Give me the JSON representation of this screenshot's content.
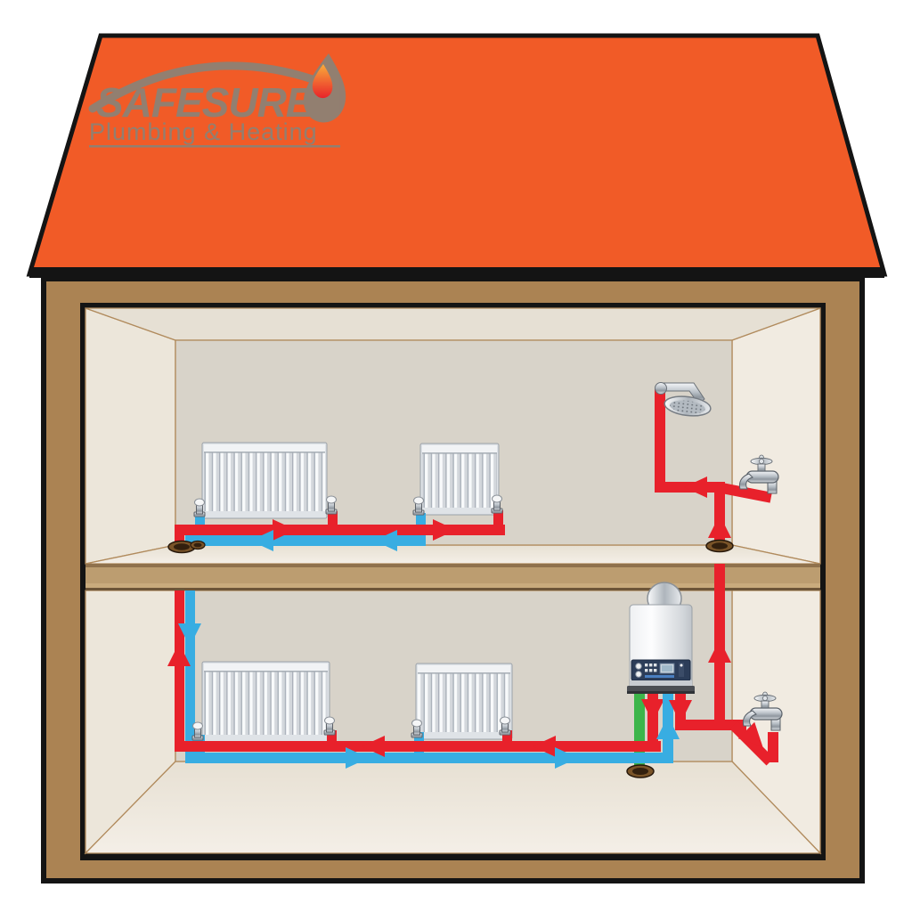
{
  "brand": {
    "wordmark": "SAFESURE",
    "tagline": "Plumbing & Heating"
  },
  "colors": {
    "roof": "#f15b27",
    "frame": "#ab8353",
    "band": "#bc9d70",
    "hot": "#e8212b",
    "cold": "#38ade2",
    "gas": "#3cb54a",
    "logo": "#8d8174"
  },
  "icons": {
    "flame": "flame-icon",
    "shower": "shower-head-icon",
    "tap": "tap-icon",
    "radiator": "radiator",
    "boiler": "combi-boiler"
  },
  "scene": {
    "floors": 2,
    "radiators": 4,
    "taps": 2,
    "showers": 1,
    "boilers": 1
  }
}
